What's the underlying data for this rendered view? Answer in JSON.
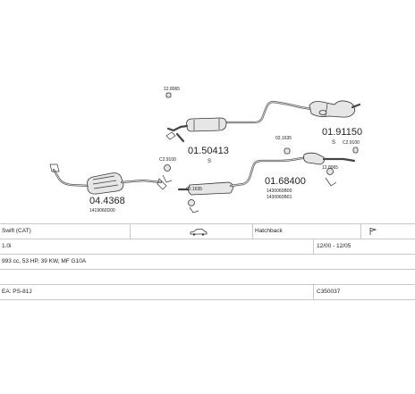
{
  "diagram": {
    "labels": {
      "rear_silencer": "01.91150",
      "rear_silencer_qty": "S",
      "front_silencer": "01.50413",
      "front_silencer_qty": "S",
      "catalyst": "04.4368",
      "catalyst_ref": "1419060D00",
      "centre_pipe": "01.68400",
      "centre_ref_1": "1430060B00",
      "centre_ref_2": "1430060B01",
      "bracket_1": "02.1635",
      "bracket_2": "02.1635",
      "clamp_1": "C2.9100",
      "clamp_2": "C2.9100",
      "gasket": "12.8065",
      "hanger": "12.8065"
    }
  },
  "info": {
    "model": "Swift (CAT)",
    "body_type": "Hatchback",
    "engine": "1.0i",
    "period": "12/00 - 12/05",
    "engine_details": "993 cc, 53 HP, 39 KW, MF G10A",
    "codes": "EA: PS-81J",
    "catalog_number": "C350037"
  }
}
